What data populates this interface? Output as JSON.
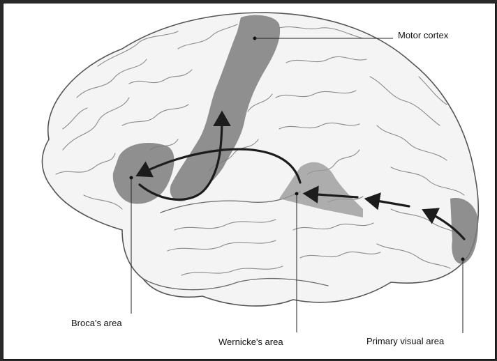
{
  "labels": {
    "motor": "Motor cortex",
    "broca": "Broca's area",
    "wernicke": "Wernicke's area",
    "visual": "Primary visual area"
  },
  "colors": {
    "region_dark": "#7d7d7d",
    "region_light": "#9b9b9b",
    "arrow": "#1c1c1c",
    "outline": "#6a6a6a",
    "background": "#ffffff",
    "frame": "#2a2a2a"
  }
}
